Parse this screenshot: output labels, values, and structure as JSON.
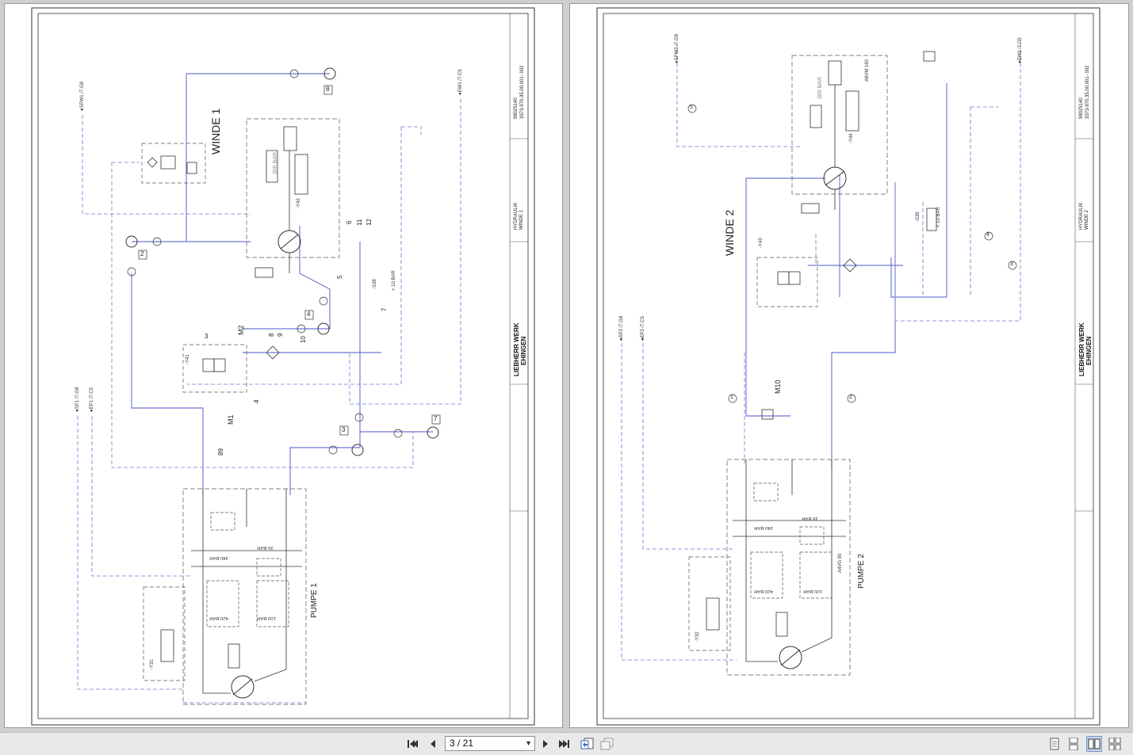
{
  "viewer": {
    "page_indicator": "3 / 21",
    "nav_icons": [
      "first-page-icon",
      "prev-page-icon",
      "next-page-icon",
      "last-page-icon"
    ],
    "view_icons": [
      "single-page-icon",
      "continuous-icon",
      "two-page-icon",
      "two-page-continuous-icon"
    ]
  },
  "sheet_left": {
    "title_main": "WINDE 1",
    "pump_label": "PUMPE 1",
    "company": [
      "LIEBHERR WERK",
      "EHINGEN"
    ],
    "section": [
      "HYDRAULIK",
      "WINDE 1"
    ],
    "drawing_no": "3373-970.35.00.001- 002",
    "doc_no": "98025140",
    "refs": [
      "●SPW1 /7.G8",
      "●EW1 /7.C5",
      "●SP1 /7.G8",
      "●EP1 /7.C5"
    ],
    "labels": {
      "bar300": "300 BAR",
      "y42": "-Y42",
      "y41": "-Y41",
      "y31": "-Y31",
      "s38": "-S38",
      "lt10": "< 10 BAR",
      "m1": "M1",
      "m2": "M2",
      "bar340": "340 BAR",
      "bar35": "35 BAR",
      "bar420": "420 BAR",
      "bar100": "100 BAR",
      "n8": "8",
      "n2": "2",
      "n4": "4",
      "n3": "3",
      "n7": "7",
      "n6": "6",
      "n11": "11",
      "n12": "12",
      "n5": "5",
      "n7b": "7",
      "n3b": "3",
      "n8b": "8",
      "n9": "9",
      "n10": "10",
      "n4b": "4",
      "n89": "89"
    }
  },
  "sheet_right": {
    "title_main": "WINDE 2",
    "pump_label": "PUMPE 2",
    "pump_type": "A4VG 90",
    "motor_type": "A6VM 160",
    "company": [
      "LIEBHERR WERK",
      "EHINGEN"
    ],
    "section": [
      "HYDRAULIK",
      "WINDE 2"
    ],
    "drawing_no": "3373-970.35.00.001- 002",
    "doc_no": "98025140",
    "refs": [
      "●SPW2 /7.G8",
      "●EW2 /7.D5",
      "●SP2 /7.G8",
      "●EP2 /7.C5"
    ],
    "labels": {
      "bar300": "300 BAR",
      "y44": "-Y44",
      "y43": "-Y43",
      "y32": "-Y32",
      "s39": "-S39",
      "lt10": "< 10 BAR",
      "m10": "M10",
      "bar340": "340 BAR",
      "bar35": "35 BAR",
      "bar420": "420 BAR",
      "bar100": "100 BAR",
      "c1": "1",
      "c2": "2",
      "c3": "3",
      "c4": "4",
      "c5": "5"
    }
  },
  "colors": {
    "line": "#3a3a3a",
    "pressure_line": "#4a55c8",
    "pilot_line": "#6e78d0",
    "page_bg": "#ffffff",
    "viewer_bg": "#cfcfcf"
  }
}
